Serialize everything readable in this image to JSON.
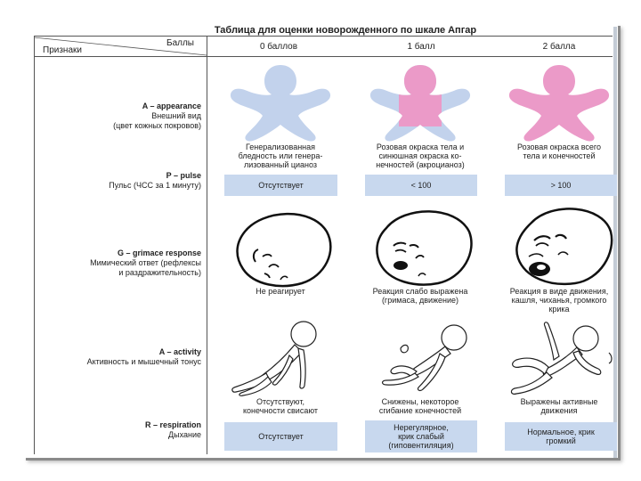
{
  "title": "Таблица для оценки новорожденного по шкале Апгар",
  "header": {
    "scores_label": "Баллы",
    "signs_label": "Признаки",
    "col0": "0 баллов",
    "col1": "1 балл",
    "col2": "2 балла"
  },
  "criteria": [
    {
      "title": "A – appearance",
      "desc": "Внешний вид\n(цвет кожных покровов)"
    },
    {
      "title": "P – pulse",
      "desc": "Пульс (ЧСС за 1 минуту)"
    },
    {
      "title": "G – grimace response",
      "desc": "Мимический ответ (рефлексы\nи раздражительность)"
    },
    {
      "title": "A – activity",
      "desc": "Активность и мышечный тонус"
    },
    {
      "title": "R – respiration",
      "desc": "Дыхание"
    }
  ],
  "appearance": [
    "Генерализованная\nбледность или генера-\nлизованный цианоз",
    "Розовая окраска тела и\nсинюшная окраска ко-\nнечностей (акроцианоз)",
    "Розовая окраска всего\nтела и конечностей"
  ],
  "pulse": [
    "Отсутствует",
    "< 100",
    "> 100"
  ],
  "grimace": [
    "Не реагирует",
    "Реакция слабо выражена\n(гримаса, движение)",
    "Реакция в виде движения,\nкашля, чиханья, громкого\nкрика"
  ],
  "activity": [
    "Отсутствуют,\nконечности свисают",
    "Снижены, некоторое\nсгибание конечностей",
    "Выражены активные\nдвижения"
  ],
  "respiration": [
    "Отсутствует",
    "Нерегулярное,\nкрик слабый\n(гиповентиляция)",
    "Нормальное, крик\nгромкий"
  ],
  "colors": {
    "pale_blue": "#c2d2ec",
    "pink": "#eb9ac8",
    "box_blue": "#c8d8ee"
  }
}
